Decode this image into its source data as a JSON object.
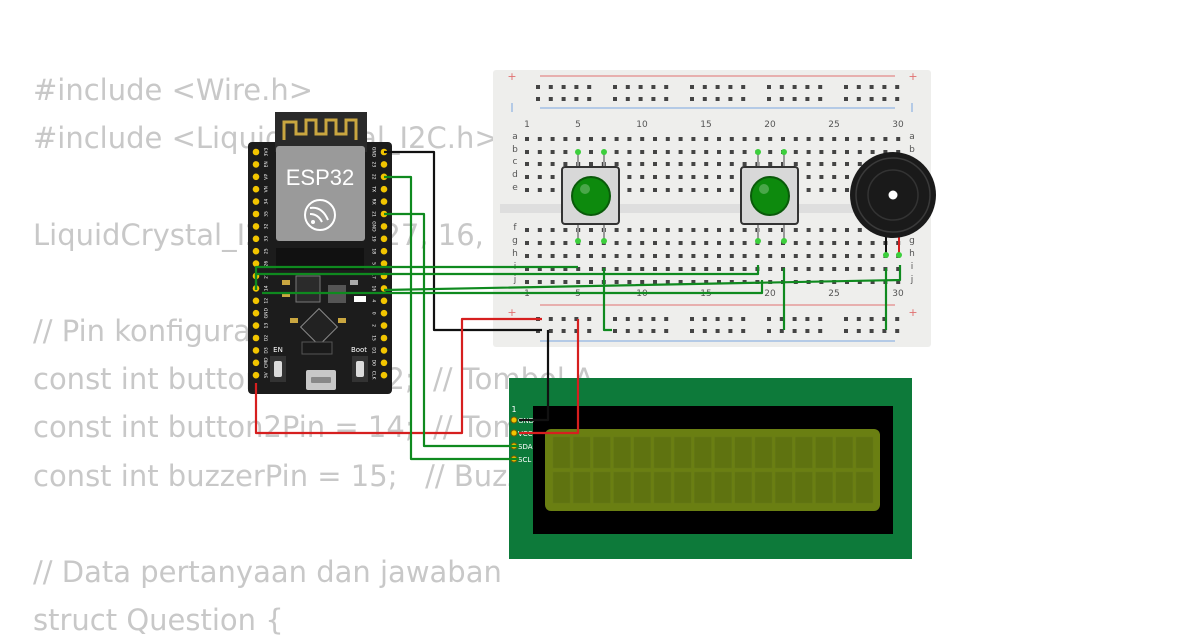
{
  "code_lines": [
    "#include <Wire.h>",
    "#include <LiquidCrystal_I2C.h>",
    "",
    "LiquidCrystal_I2C lcd(0x27, 16, 2);",
    "",
    "// Pin konfigurasi",
    "const int button1Pin = 12;  // Tombol A",
    "const int button2Pin = 14;  // Tombol B",
    "const int buzzerPin = 15;   // Buzzer",
    "",
    "// Data pertanyaan dan jawaban",
    "struct Question {"
  ],
  "esp32": {
    "label": "ESP32",
    "boot_label": "Boot",
    "en_label": "EN",
    "left_pins": [
      "3V3",
      "EN",
      "VP",
      "VN",
      "34",
      "35",
      "32",
      "33",
      "25",
      "26",
      "27",
      "14",
      "12",
      "GND",
      "13",
      "D2",
      "D3",
      "CMD",
      "5V"
    ],
    "right_pins": [
      "GND",
      "23",
      "22",
      "TX",
      "RX",
      "21",
      "GND",
      "19",
      "18",
      "5",
      "17",
      "16",
      "4",
      "0",
      "2",
      "15",
      "D1",
      "D0",
      "CLK"
    ]
  },
  "breadboard": {
    "plus": "+",
    "column_numbers": [
      "1",
      "5",
      "10",
      "15",
      "20",
      "25",
      "30"
    ],
    "rows_top": [
      "a",
      "b",
      "c",
      "d",
      "e"
    ],
    "rows_bottom": [
      "f",
      "g",
      "h",
      "i",
      "j"
    ]
  },
  "lcd": {
    "pin_number": "1",
    "pins": [
      "GND",
      "VCC",
      "SDA",
      "SCL"
    ]
  },
  "colors": {
    "code_text": "#c8c8c8",
    "wire_green": "#0f8a1f",
    "wire_red": "#d61f1f",
    "wire_black": "#111111",
    "button_cap": "#0d8a0d",
    "lcd_board": "#0d7a3a",
    "lcd_screen": "#6a7f12",
    "breadboard": "#eeeeec"
  }
}
